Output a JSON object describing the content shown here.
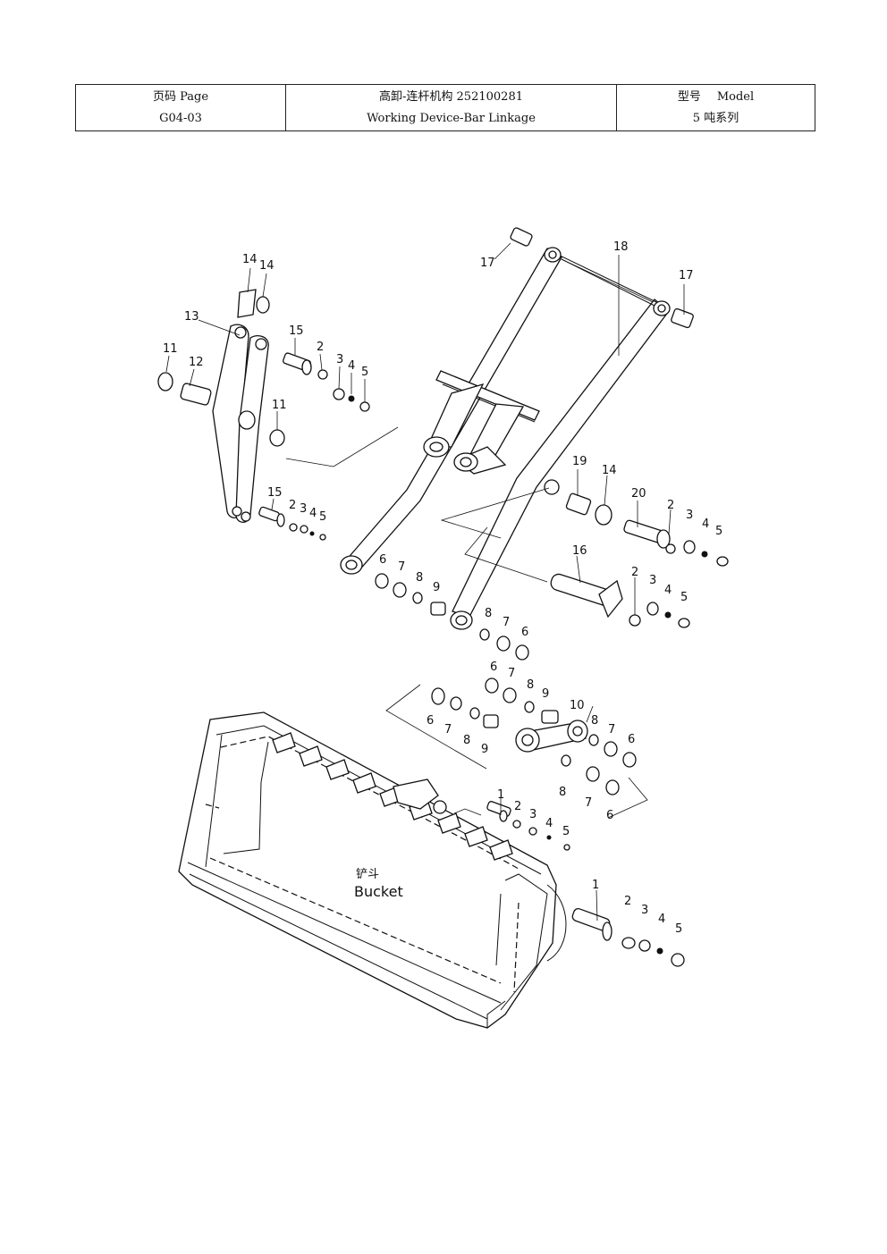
{
  "header": {
    "page_label": "页码 Page",
    "page_number": "G04-03",
    "title_cn": "高卸-连杆机构 252100281",
    "title_en": "Working Device-Bar Linkage",
    "model_label_cn": "型号",
    "model_label_en": "Model",
    "model_value": "5 吨系列"
  },
  "diagram": {
    "bucket_label_cn": "铲斗",
    "bucket_label_en": "Bucket",
    "callouts": [
      {
        "id": "c-17a",
        "text": "17"
      },
      {
        "id": "c-18",
        "text": "18"
      },
      {
        "id": "c-17b",
        "text": "17"
      },
      {
        "id": "c-14a",
        "text": "14"
      },
      {
        "id": "c-14b",
        "text": "14"
      },
      {
        "id": "c-13",
        "text": "13"
      },
      {
        "id": "c-15a",
        "text": "15"
      },
      {
        "id": "c-2a",
        "text": "2"
      },
      {
        "id": "c-3a",
        "text": "3"
      },
      {
        "id": "c-4a",
        "text": "4"
      },
      {
        "id": "c-5a",
        "text": "5"
      },
      {
        "id": "c-11a",
        "text": "11"
      },
      {
        "id": "c-12",
        "text": "12"
      },
      {
        "id": "c-11b",
        "text": "11"
      },
      {
        "id": "c-15b",
        "text": "15"
      },
      {
        "id": "c-2b",
        "text": "2"
      },
      {
        "id": "c-3b",
        "text": "3"
      },
      {
        "id": "c-4b",
        "text": "4"
      },
      {
        "id": "c-5b",
        "text": "5"
      },
      {
        "id": "c-19",
        "text": "19"
      },
      {
        "id": "c-14c",
        "text": "14"
      },
      {
        "id": "c-20",
        "text": "20"
      },
      {
        "id": "c-2c",
        "text": "2"
      },
      {
        "id": "c-3c",
        "text": "3"
      },
      {
        "id": "c-4c",
        "text": "4"
      },
      {
        "id": "c-5c",
        "text": "5"
      },
      {
        "id": "c-16",
        "text": "16"
      },
      {
        "id": "c-2d",
        "text": "2"
      },
      {
        "id": "c-3d",
        "text": "3"
      },
      {
        "id": "c-4d",
        "text": "4"
      },
      {
        "id": "c-5d",
        "text": "5"
      },
      {
        "id": "c-6a",
        "text": "6"
      },
      {
        "id": "c-7a",
        "text": "7"
      },
      {
        "id": "c-8a",
        "text": "8"
      },
      {
        "id": "c-9a",
        "text": "9"
      },
      {
        "id": "c-8b",
        "text": "8"
      },
      {
        "id": "c-7b",
        "text": "7"
      },
      {
        "id": "c-6b",
        "text": "6"
      },
      {
        "id": "c-6c",
        "text": "6"
      },
      {
        "id": "c-7c",
        "text": "7"
      },
      {
        "id": "c-8c",
        "text": "8"
      },
      {
        "id": "c-9b",
        "text": "9"
      },
      {
        "id": "c-10",
        "text": "10"
      },
      {
        "id": "c-6d",
        "text": "6"
      },
      {
        "id": "c-7d",
        "text": "7"
      },
      {
        "id": "c-8d",
        "text": "8"
      },
      {
        "id": "c-9c",
        "text": "9"
      },
      {
        "id": "c-8e",
        "text": "8"
      },
      {
        "id": "c-7e",
        "text": "7"
      },
      {
        "id": "c-6e",
        "text": "6"
      },
      {
        "id": "c-8f",
        "text": "8"
      },
      {
        "id": "c-7f",
        "text": "7"
      },
      {
        "id": "c-6f",
        "text": "6"
      },
      {
        "id": "c-1a",
        "text": "1"
      },
      {
        "id": "c-2e",
        "text": "2"
      },
      {
        "id": "c-3e",
        "text": "3"
      },
      {
        "id": "c-4e",
        "text": "4"
      },
      {
        "id": "c-5e",
        "text": "5"
      },
      {
        "id": "c-1b",
        "text": "1"
      },
      {
        "id": "c-2f",
        "text": "2"
      },
      {
        "id": "c-3f",
        "text": "3"
      },
      {
        "id": "c-4f",
        "text": "4"
      },
      {
        "id": "c-5f",
        "text": "5"
      }
    ]
  }
}
